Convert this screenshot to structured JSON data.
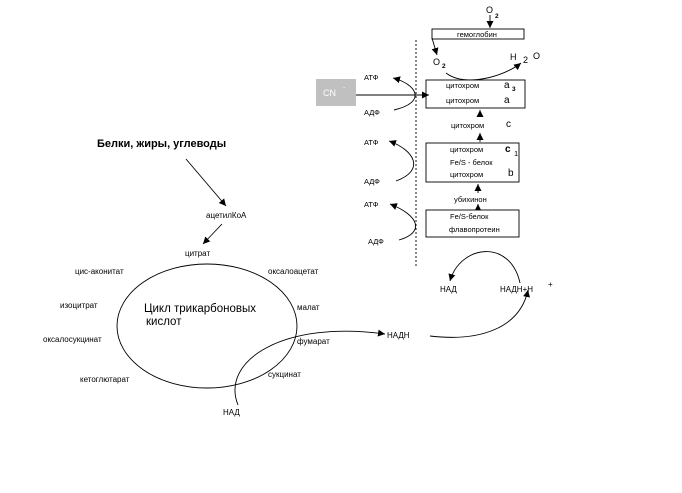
{
  "heading": "Белки, жиры, углеводы",
  "acetyl": "ацетилКоА",
  "cycle": {
    "title_line1": "Цикл трикарбоновых",
    "title_line2": "кислот",
    "citrate": "цитрат",
    "cis_aconitate": "цис-аконитат",
    "isocitrate": "изоцитрат",
    "oxalosuccinate": "оксалосукцинат",
    "ketoglutarate": "кетоглютарат",
    "oxaloacetate": "оксалоацетат",
    "malate": "малат",
    "fumarate": "фумарат",
    "succinate": "сукцинат",
    "nad_in": "НАД",
    "nadh_out": "НАДН"
  },
  "chain": {
    "o2_top": "O",
    "o2_top_sub": "2",
    "hemoglobin": "гемоглобин",
    "o2_bottom": "O",
    "o2_bottom_sub": "2",
    "water_h": "H",
    "water_2": "2",
    "water_o": "O",
    "cyt_a3_label": "цитохром",
    "cyt_a3_letter": "a",
    "cyt_a3_sub": "3",
    "cyt_a_label": "цитохром",
    "cyt_a_letter": "a",
    "cyt_c_label": "цитохром",
    "cyt_c_letter": "c",
    "cyt_c1_label": "цитохром",
    "cyt_c1_letter": "c",
    "cyt_c1_sub": "1",
    "fes_b": "Fe/S - белок",
    "cyt_b_label": "цитохром",
    "cyt_b_letter": "b",
    "ubiquinone": "убихинон",
    "fes_fp": "Fe/S-белок",
    "flavoprotein": "флавопротеин",
    "cn": "CN",
    "cn_sup": "-"
  },
  "energy": {
    "atp1": "АТФ",
    "adp1": "АДФ",
    "atp2": "АТФ",
    "adp2": "АДФ",
    "atp3": "АТФ",
    "adp3": "АДФ"
  },
  "nad_cycle": {
    "nad": "НАД",
    "nadh": "НАДН+Н",
    "plus": "+"
  },
  "colors": {
    "line": "#000000",
    "cn_box": "#c0c0c0",
    "cn_text": "#ffffff"
  }
}
